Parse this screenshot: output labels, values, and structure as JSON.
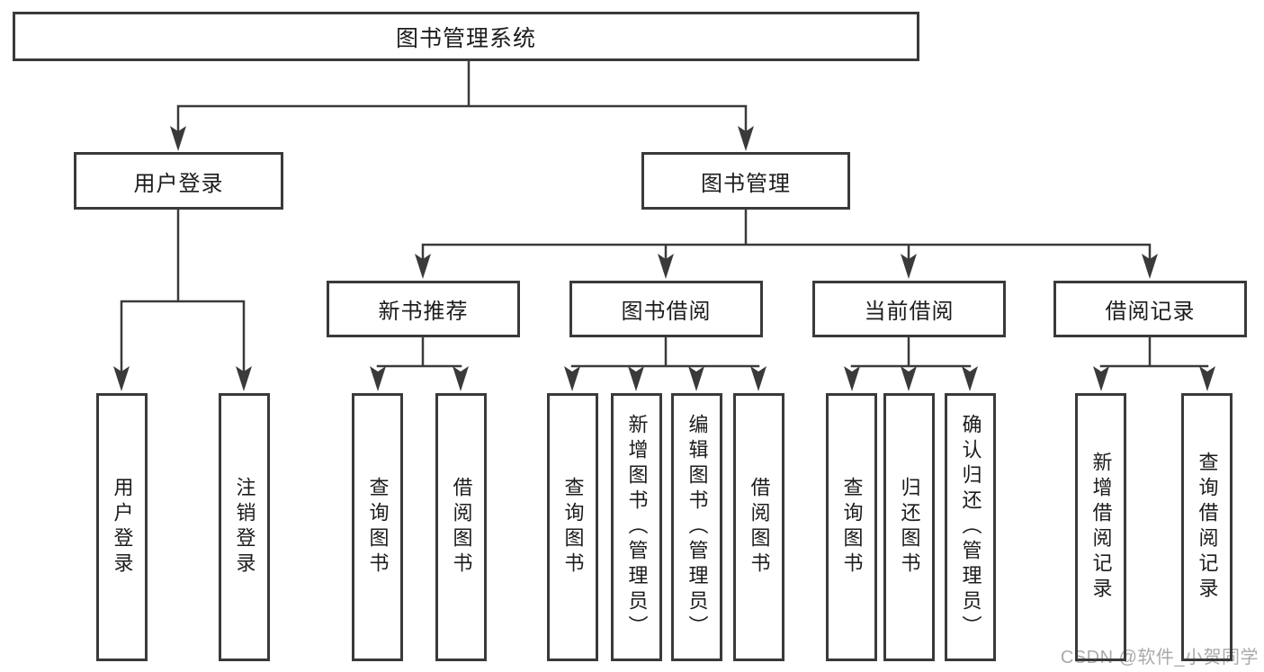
{
  "colors": {
    "line": "#3a3a3a",
    "box_border": "#3a3a3a",
    "box_fill": "#ffffff",
    "text": "#1c1c1c",
    "watermark_text": "#aaaaaa"
  },
  "tree": {
    "label": "图书管理系统",
    "children": [
      {
        "label": "用户登录",
        "children": [
          {
            "label": "用户登录"
          },
          {
            "label": "注销登录"
          }
        ]
      },
      {
        "label": "图书管理",
        "children": [
          {
            "label": "新书推荐",
            "children": [
              {
                "label": "查询图书"
              },
              {
                "label": "借阅图书"
              }
            ]
          },
          {
            "label": "图书借阅",
            "children": [
              {
                "label": "查询图书"
              },
              {
                "label": "新增图书（管理员）"
              },
              {
                "label": "编辑图书（管理员）"
              },
              {
                "label": "借阅图书"
              }
            ]
          },
          {
            "label": "当前借阅",
            "children": [
              {
                "label": "查询图书"
              },
              {
                "label": "归还图书"
              },
              {
                "label": "确认归还（管理员）"
              }
            ]
          },
          {
            "label": "借阅记录",
            "children": [
              {
                "label": "新增借阅记录"
              },
              {
                "label": "查询借阅记录"
              }
            ]
          }
        ]
      }
    ]
  },
  "watermark": {
    "text": "CSDN @软件_小贺同学"
  }
}
